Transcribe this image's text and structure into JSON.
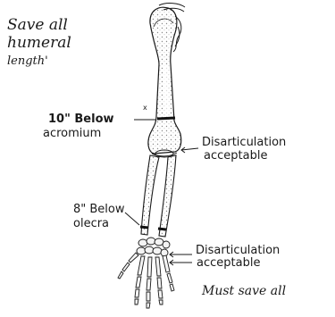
{
  "labels": {
    "save_humeral_1": "Save all",
    "save_humeral_2": "humeral",
    "save_humeral_3": "length'",
    "below_acromium_1": "10\" Below",
    "below_acromium_2": "acromium",
    "small_mark": "x",
    "elbow_disartic_1": "Disarticulation",
    "elbow_disartic_2": "acceptable",
    "below_olecra_1": "8\" Below",
    "below_olecra_2": "olecra",
    "wrist_disartic_1": "Disarticulation",
    "wrist_disartic_2": "acceptable",
    "must_save": "Must save all"
  },
  "colors": {
    "ink": "#1a1a1a",
    "bone_fill": "#f4f4f4",
    "stipple": "#8a8a8a"
  }
}
